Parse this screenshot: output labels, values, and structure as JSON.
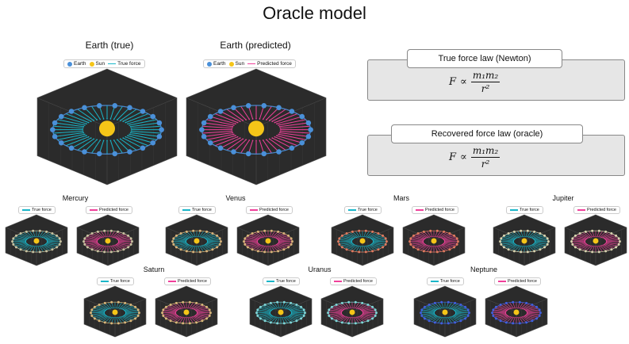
{
  "title": "Oracle model",
  "earth_true": {
    "title": "Earth (true)",
    "legend": [
      {
        "label": "Earth",
        "kind": "dot",
        "color": "#4a90d9"
      },
      {
        "label": "Sun",
        "kind": "dot",
        "color": "#f5c518"
      },
      {
        "label": "True force",
        "kind": "line",
        "color": "#19b6c9"
      }
    ]
  },
  "earth_pred": {
    "title": "Earth (predicted)",
    "legend": [
      {
        "label": "Earth",
        "kind": "dot",
        "color": "#4a90d9"
      },
      {
        "label": "Sun",
        "kind": "dot",
        "color": "#f5c518"
      },
      {
        "label": "Predicted force",
        "kind": "line",
        "color": "#f0409a"
      }
    ]
  },
  "true_law": {
    "label": "True force law (Newton)",
    "lhs": "F",
    "rel": "∝",
    "num": "m₁m₂",
    "den": "r²"
  },
  "recovered_law": {
    "label": "Recovered force law (oracle)",
    "lhs": "F",
    "rel": "∝",
    "num": "m₁m₂",
    "den": "r²"
  },
  "legend_labels": {
    "true": "True force",
    "pred": "Predicted force"
  },
  "planets": [
    {
      "name": "Mercury",
      "planet_color": "#c8c2a0",
      "true_color": "#19b6c9",
      "pred_color": "#f0409a"
    },
    {
      "name": "Venus",
      "planet_color": "#d9b37a",
      "true_color": "#19b6c9",
      "pred_color": "#f0409a"
    },
    {
      "name": "Mars",
      "planet_color": "#e07a5f",
      "true_color": "#19b6c9",
      "pred_color": "#f0409a"
    },
    {
      "name": "Jupiter",
      "planet_color": "#d8d3b0",
      "true_color": "#19b6c9",
      "pred_color": "#f0409a"
    },
    {
      "name": "Saturn",
      "planet_color": "#d9b77a",
      "true_color": "#19b6c9",
      "pred_color": "#f0409a"
    },
    {
      "name": "Uranus",
      "planet_color": "#7fd6d8",
      "true_color": "#19b6c9",
      "pred_color": "#f0409a"
    },
    {
      "name": "Neptune",
      "planet_color": "#4060e0",
      "true_color": "#19b6c9",
      "pred_color": "#f0409a"
    }
  ],
  "colors": {
    "earth": "#4a90d9",
    "sun": "#f5c518",
    "true_force": "#19b6c9",
    "pred_force": "#f0409a",
    "box_bg": "#333333"
  }
}
